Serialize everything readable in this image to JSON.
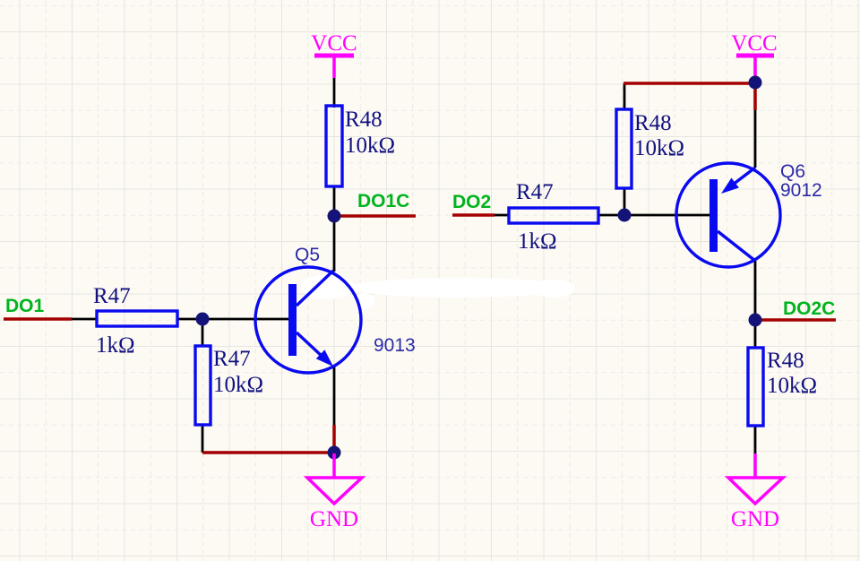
{
  "schematic": {
    "background_color": "#FDFAF4",
    "grid_major_color": "#E7E5DF",
    "grid_minor_color": "#EBE9E3",
    "wire_color": "#000000",
    "net_wire_color": "#A40000",
    "component_color": "#0A0AF0",
    "power_color": "#FF00FF",
    "net_label_color": "#00B41E",
    "value_text_color": "#10107E",
    "designator_text_color": "#2A2AA8",
    "left_circuit": {
      "power_net": "VCC",
      "ground_net": "GND",
      "input_net_label": "DO1",
      "output_net_label": "DO1C",
      "pullup_resistor": {
        "designator": "R48",
        "value": "10kΩ"
      },
      "series_resistor": {
        "designator": "R47",
        "value": "1kΩ"
      },
      "pulldown_resistor": {
        "designator": "R47",
        "value": "10kΩ"
      },
      "transistor": {
        "designator": "Q5",
        "part_number": "9013"
      }
    },
    "right_circuit": {
      "power_net": "VCC",
      "ground_net": "GND",
      "input_net_label": "DO2",
      "output_net_label": "DO2C",
      "pullup_resistor": {
        "designator": "R48",
        "value": "10kΩ"
      },
      "series_resistor": {
        "designator": "R47",
        "value": "1kΩ"
      },
      "output_resistor": {
        "designator": "R48",
        "value": "10kΩ"
      },
      "transistor": {
        "designator": "Q6",
        "part_number": "9012"
      }
    }
  }
}
